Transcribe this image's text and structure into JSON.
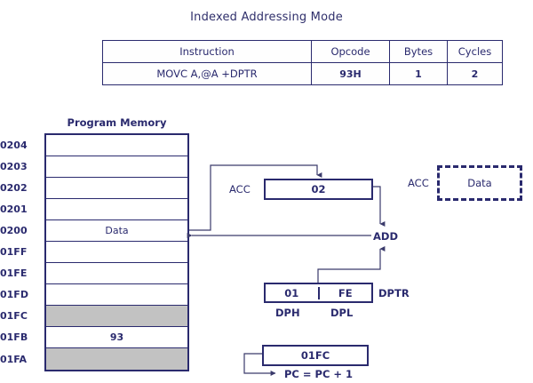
{
  "title": "Indexed Addressing Mode",
  "instruction_table": {
    "headers": [
      "Instruction",
      "Opcode",
      "Bytes",
      "Cycles"
    ],
    "rows": [
      {
        "instruction": "MOVC A,@A +DPTR",
        "opcode": "93H",
        "bytes": "1",
        "cycles": "2"
      }
    ]
  },
  "program_memory": {
    "heading": "Program Memory",
    "rows": [
      {
        "address": "0204",
        "value": "",
        "shaded": false
      },
      {
        "address": "0203",
        "value": "",
        "shaded": false
      },
      {
        "address": "0202",
        "value": "",
        "shaded": false
      },
      {
        "address": "0201",
        "value": "",
        "shaded": false
      },
      {
        "address": "0200",
        "value": "Data",
        "shaded": false
      },
      {
        "address": "01FF",
        "value": "",
        "shaded": false
      },
      {
        "address": "01FE",
        "value": "",
        "shaded": false
      },
      {
        "address": "01FD",
        "value": "",
        "shaded": false
      },
      {
        "address": "01FC",
        "value": "",
        "shaded": true
      },
      {
        "address": "01FB",
        "value": "93",
        "shaded": false
      },
      {
        "address": "01FA",
        "value": "",
        "shaded": true
      }
    ]
  },
  "registers": {
    "acc_label": "ACC",
    "acc_value": "02",
    "acc_result_label": "ACC",
    "acc_result_value": "Data",
    "add_label": "ADD",
    "dptr_label": "DPTR",
    "dptr_high_label": "DPH",
    "dptr_high_value": "01",
    "dptr_low_label": "DPL",
    "dptr_low_value": "FE",
    "pc_value": "01FC",
    "pc_increment_label": "PC = PC + 1"
  },
  "colors": {
    "ink": "#2a2a6e",
    "shaded_cell": "#c2c2c2",
    "connector": "#40406f",
    "background": "#ffffff"
  }
}
